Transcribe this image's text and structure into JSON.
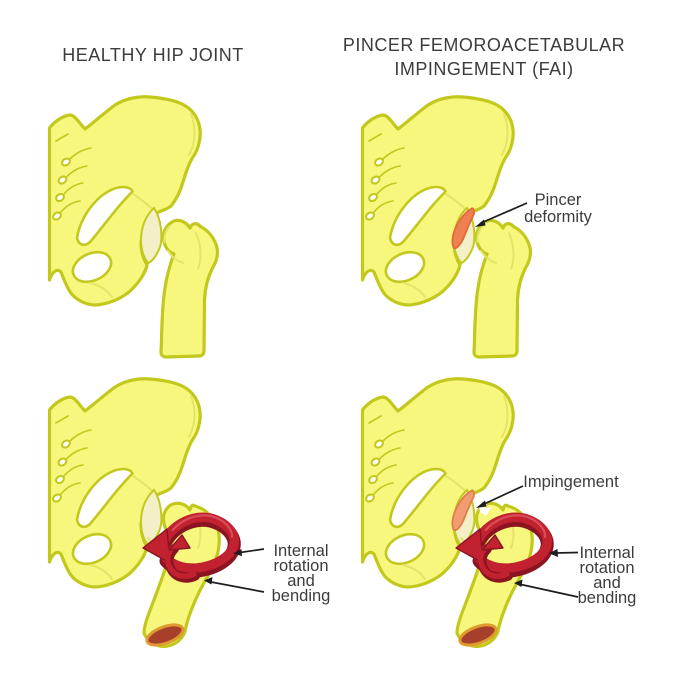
{
  "titles": {
    "left": "HEALTHY HIP JOINT",
    "right": [
      "PINCER FEMOROACETABULAR",
      "IMPINGEMENT (FAI)"
    ]
  },
  "labels": {
    "pincer_deformity": [
      "Pincer",
      "deformity"
    ],
    "impingement": "Impingement",
    "rotation_left": [
      "Internal",
      "rotation",
      "and",
      "bending"
    ],
    "rotation_right": [
      "Internal",
      "rotation",
      "and",
      "bending"
    ]
  },
  "colors": {
    "background": "#FFFFFF",
    "bone_fill": "#F7F77E",
    "bone_outline": "#C3C81D",
    "bone_detail": "#E4E468",
    "joint_space": "#F3F0C8",
    "pincer_fill": "#EE8052",
    "pincer_outline": "#E06A38",
    "impingement_fill": "#F29C72",
    "impingement_outline": "#E07E48",
    "arrow_red": "#C22130",
    "arrow_red_dark": "#8A1420",
    "arrow_red_light": "#DE5560",
    "marrow_fill": "#A6402A",
    "marrow_ring": "#DF9B2E",
    "label_text": "#3C3C3C",
    "title_text": "#3C3C3C",
    "leader_line": "#1D1D1D"
  },
  "artwork": {
    "panel_top_left": "healthy hip joint, neutral position",
    "panel_top_right": "hip joint with pincer deformity on acetabular rim",
    "panel_bottom_left": "healthy hip during internal rotation and bending",
    "panel_bottom_right": "pincer hip impinging during internal rotation and bending"
  }
}
